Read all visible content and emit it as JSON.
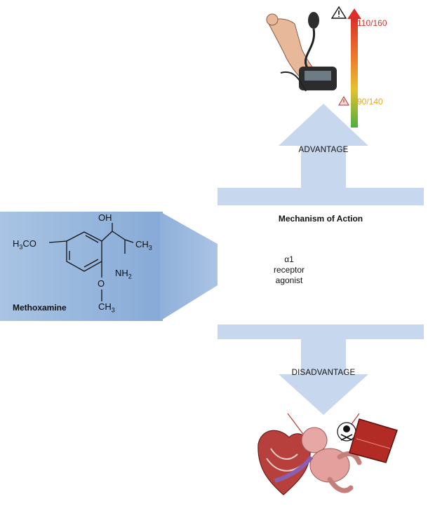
{
  "mechanism": {
    "title": "Mechanism of Action",
    "receptor_line1": "α1",
    "receptor_line2": "receptor",
    "receptor_line3": "agonist"
  },
  "advantage": {
    "label": "ADVANTAGE"
  },
  "disadvantage": {
    "label": "DISADVANTAGE"
  },
  "blood_pressure": {
    "high": "110/160",
    "low": "90/140"
  },
  "drug": {
    "name": "Methoxamine",
    "groups": {
      "oh": "OH",
      "h3co": "H3CO",
      "ch3_top": "CH3",
      "nh2": "NH2",
      "o": "O",
      "ch3_bottom": "CH3"
    }
  },
  "colors": {
    "arrow_fill": "#c7d8ee",
    "box_fill": "#9fbde0",
    "tissue": "#d58c8c",
    "bp_high": "#d9302a",
    "bp_low": "#e3a92a",
    "bp_ok": "#4caf3e"
  }
}
